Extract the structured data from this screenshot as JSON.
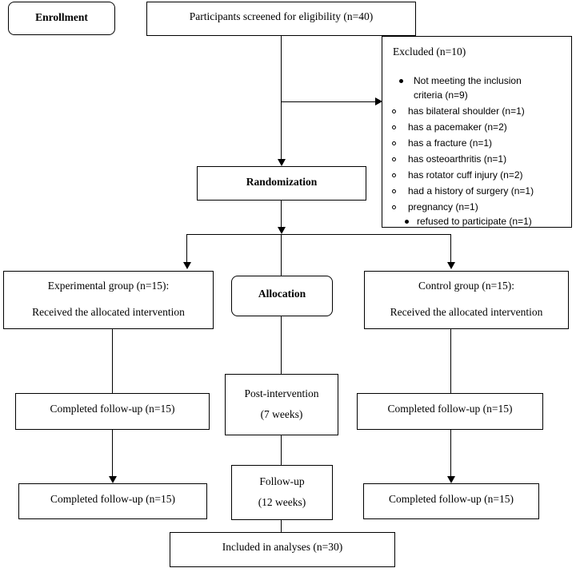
{
  "enrollment": "Enrollment",
  "screened": "Participants screened for eligibility (n=40)",
  "excluded": {
    "title": "Excluded (n=10)",
    "not_meeting_1": "Not meeting  the inclusion",
    "not_meeting_2": "criteria  (n=9)",
    "reasons": [
      "has bilateral shoulder (n=1)",
      "has a pacemaker (n=2)",
      "has a fracture (n=1)",
      "has osteoarthritis (n=1)",
      "has rotator cuff injury (n=2)",
      "had a history of surgery (n=1)",
      "pregnancy (n=1)"
    ],
    "refused": "refused to participate (n=1)"
  },
  "randomization": "Randomization",
  "allocation": "Allocation",
  "experimental": {
    "line1": "Experimental group (n=15):",
    "line2": "Received the allocated intervention"
  },
  "control": {
    "line1": "Control group (n=15):",
    "line2": "Received the allocated intervention"
  },
  "post_intervention": {
    "line1": "Post-intervention",
    "line2": "(7 weeks)"
  },
  "follow_up": {
    "line1": "Follow-up",
    "line2": "(12 weeks)"
  },
  "completed_left_1": "Completed follow-up (n=15)",
  "completed_left_2": "Completed follow-up (n=15)",
  "completed_right_1": "Completed follow-up (n=15)",
  "completed_right_2": "Completed follow-up (n=15)",
  "included": "Included in analyses (n=30)"
}
